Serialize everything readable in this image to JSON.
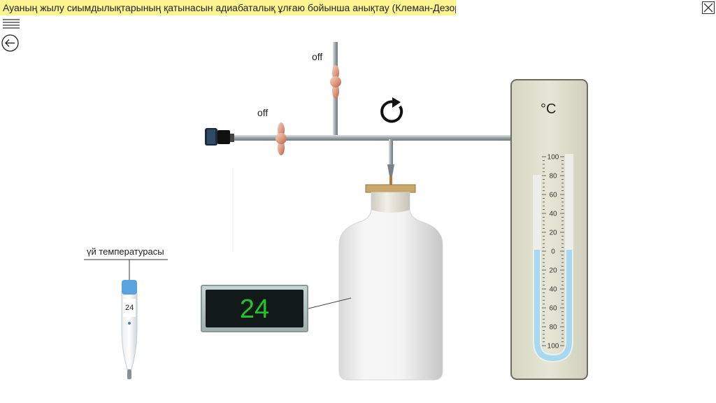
{
  "header": {
    "title": "Ауаның жылу сиымдылықтарының қатынасын адиабаталық ұлғаю бойынша анықтау (Клеман-Дезорм әдісі)"
  },
  "valves": {
    "top_state": "off",
    "left_state": "off"
  },
  "room_thermometer": {
    "label": "үй температурасы",
    "value": "24"
  },
  "display": {
    "value": "24"
  },
  "manometer": {
    "unit": "°C",
    "upper_ticks": [
      "100",
      "80",
      "60",
      "40",
      "20",
      "0"
    ],
    "lower_ticks": [
      "20",
      "40",
      "60",
      "80",
      "100"
    ],
    "liquid_level": 0
  },
  "icons": {
    "close": "close-icon",
    "menu": "menu-icon",
    "back": "back-arrow-icon",
    "refresh": "refresh-icon"
  },
  "colors": {
    "title_bg": "#fbf491",
    "display_text": "#22c52a",
    "liquid": "#a8d8f0"
  }
}
